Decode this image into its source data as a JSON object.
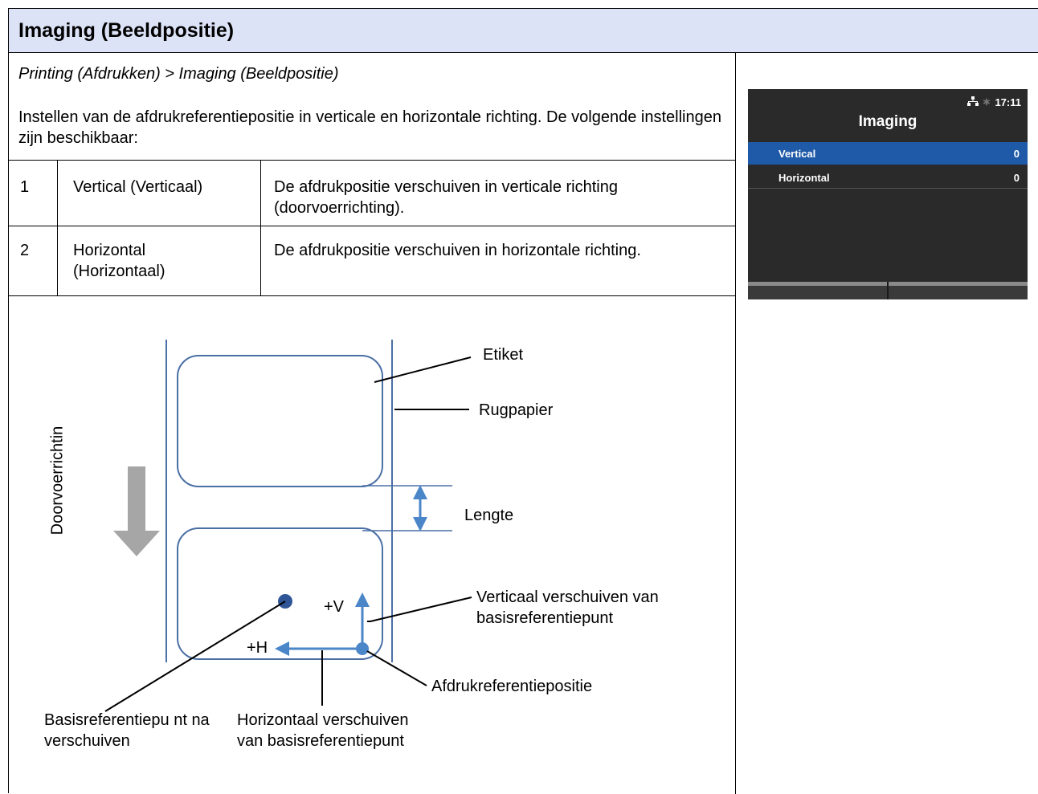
{
  "header": {
    "title": "Imaging (Beeldpositie)"
  },
  "breadcrumb": "Printing (Afdrukken) > Imaging (Beeldpositie)",
  "intro": "Instellen van de afdrukreferentiepositie in verticale en horizontale richting. De volgende instellingen zijn beschikbaar:",
  "settings_table": {
    "rows": [
      {
        "num": "1",
        "name": "Vertical (Verticaal)",
        "desc": "De afdrukpositie verschuiven in verticale richting (doorvoerrichting)."
      },
      {
        "num": "2",
        "name": "Horizontal (Horizontaal)",
        "desc": "De afdrukpositie verschuiven in horizontale richting."
      }
    ]
  },
  "diagram": {
    "feed_direction": "Doorvoerrichtin",
    "label": "Etiket",
    "backing": "Rugpapier",
    "length": "Lengte",
    "plus_v": "+V",
    "plus_h": "+H",
    "vertical_shift": "Verticaal verschuiven van basisreferentiepunt",
    "print_ref": "Afdrukreferentiepositie",
    "base_ref": "Basisreferentiepu nt na verschuiven",
    "horizontal_shift": "Horizontaal verschuiven van basisreferentiepunt",
    "colors": {
      "outline": "#4a6fa5",
      "arrow": "#4a86c8",
      "feed_arrow": "#a6a6a6",
      "dot": "#2f5597"
    }
  },
  "device_screen": {
    "time": "17:11",
    "title": "Imaging",
    "items": [
      {
        "label": "Vertical",
        "value": "0",
        "selected": true
      },
      {
        "label": "Horizontal",
        "value": "0",
        "selected": false
      }
    ],
    "colors": {
      "background": "#2a2a2a",
      "selected": "#1f5aa8"
    },
    "icons": [
      "network-icon",
      "bluetooth-icon"
    ]
  }
}
